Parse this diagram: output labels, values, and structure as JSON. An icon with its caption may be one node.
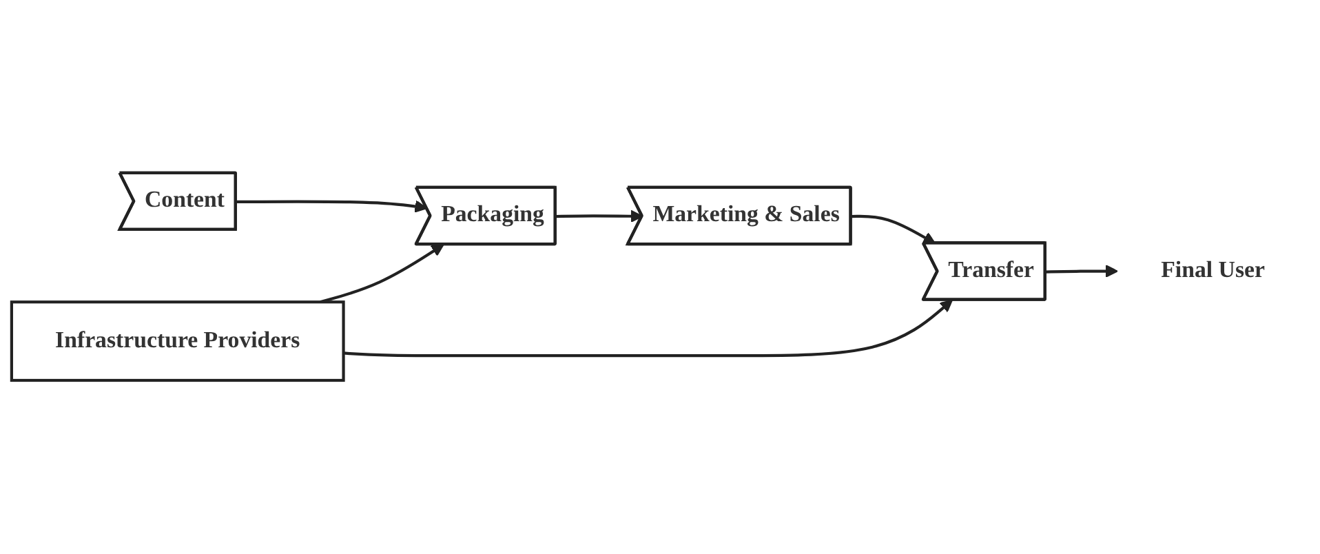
{
  "diagram": {
    "nodes": [
      {
        "text": [
          "Content"
        ]
      },
      {
        "text": [
          "Packaging"
        ]
      },
      {
        "text": [
          "Marketing & Sales"
        ]
      },
      {
        "text": [
          "Transfer"
        ]
      },
      {
        "text": [
          "Final User"
        ]
      },
      {
        "text": [
          "Infrastructure Providers"
        ]
      }
    ],
    "edges": [
      {
        "from": 0,
        "to": 1,
        "arrow": "to"
      },
      {
        "from": 1,
        "to": 2,
        "arrow": "to"
      },
      {
        "from": 2,
        "to": 3,
        "arrow": "to"
      },
      {
        "from": 3,
        "to": 4,
        "arrow": "to"
      },
      {
        "from": 5,
        "to": 1,
        "arrow": "to"
      },
      {
        "from": 5,
        "to": 3,
        "arrow": "to"
      }
    ]
  }
}
